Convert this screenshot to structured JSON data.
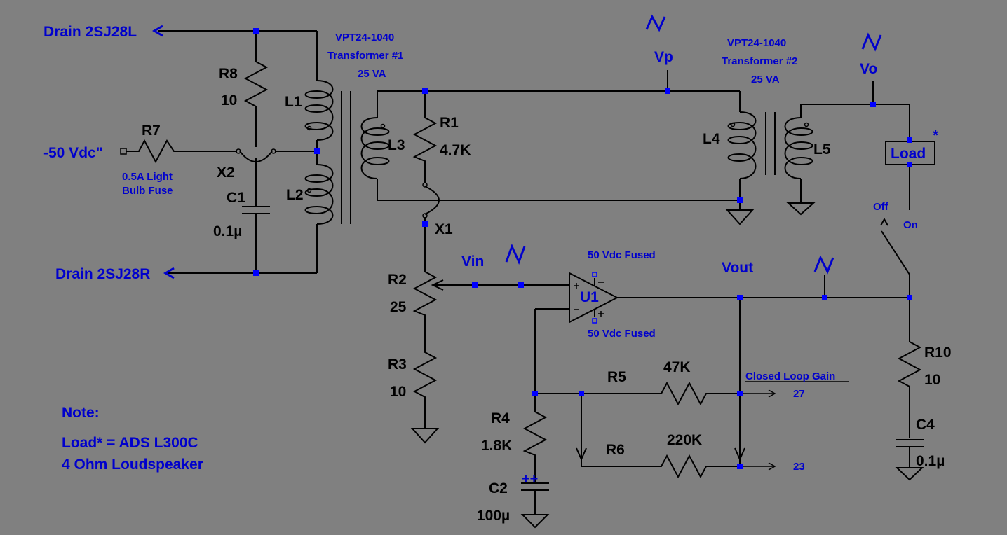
{
  "nets": {
    "drain_left": "Drain 2SJ28L",
    "drain_right": "Drain 2SJ28R",
    "supply": "-50 Vdc\"",
    "vp": "Vp",
    "vo": "Vo",
    "vin": "Vin",
    "vout": "Vout"
  },
  "transformers": {
    "t1_part": "VPT24-1040",
    "t1_name": "Transformer #1",
    "t1_rating": "25 VA",
    "t2_part": "VPT24-1040",
    "t2_name": "Transformer #2",
    "t2_rating": "25 VA"
  },
  "components": {
    "r8": "R8",
    "r8_val": "10",
    "r7": "R7",
    "r7_note1": "0.5A Light",
    "r7_note2": "Bulb Fuse",
    "x2": "X2",
    "x1": "X1",
    "c1": "C1",
    "c1_val": "0.1µ",
    "l1": "L1",
    "l2": "L2",
    "l3": "L3",
    "l4": "L4",
    "l5": "L5",
    "r1": "R1",
    "r1_val": "4.7K",
    "r2": "R2",
    "r2_val": "25",
    "r3": "R3",
    "r3_val": "10",
    "r4": "R4",
    "r4_val": "1.8K",
    "c2": "C2",
    "c2_val": "100µ",
    "r5": "R5",
    "r5_val": "47K",
    "r6": "R6",
    "r6_val": "220K",
    "u1": "U1",
    "u1_supply_top": "50 Vdc Fused",
    "u1_supply_bottom": "50 Vdc Fused",
    "r10": "R10",
    "r10_val": "10",
    "c4": "C4",
    "c4_val": "0.1µ",
    "load": "Load",
    "load_mark": "*",
    "switch_off": "Off",
    "switch_on": "On"
  },
  "gain": {
    "title": "Closed Loop Gain",
    "val1": "27",
    "val2": "23"
  },
  "note": {
    "heading": "Note:",
    "line1": "Load* = ADS L300C",
    "line2": "4 Ohm Loudspeaker"
  },
  "colors": {
    "background": "#808080",
    "wire": "#000000",
    "label": "#0000cc"
  }
}
